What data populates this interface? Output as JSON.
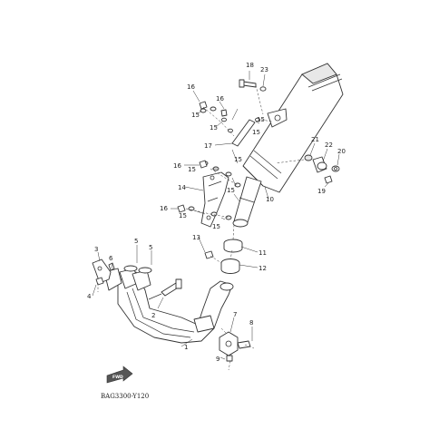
{
  "diagram_code": "BAG3300-Y120",
  "direction_badge": "FWD",
  "part_numbers": [
    "1",
    "2",
    "3",
    "4",
    "5",
    "5",
    "6",
    "7",
    "8",
    "9",
    "10",
    "11",
    "12",
    "13",
    "14",
    "15",
    "15",
    "15",
    "15",
    "15",
    "15",
    "15",
    "15",
    "15",
    "16",
    "16",
    "16",
    "16",
    "17",
    "18",
    "19",
    "20",
    "21",
    "22",
    "23"
  ]
}
